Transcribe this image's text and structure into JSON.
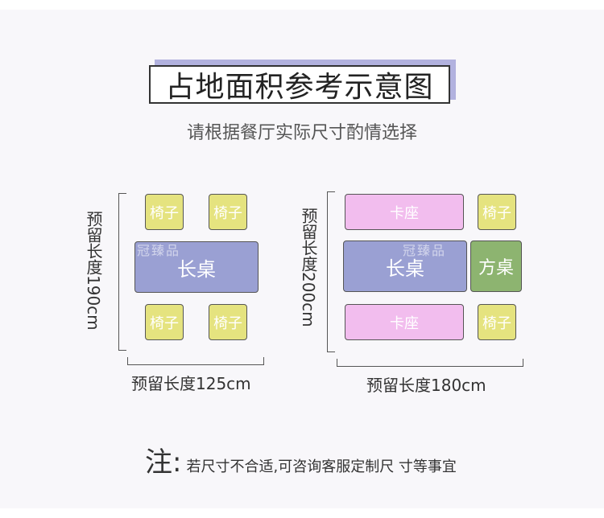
{
  "header": {
    "title": "占地面积参考示意图",
    "subtitle": "请根据餐厅实际尺寸酌情选择"
  },
  "watermark": "冠臻品",
  "layout_left": {
    "height_label": "预留长度190cm",
    "width_label": "预留长度125cm",
    "chair_label": "椅子",
    "table_label": "长桌"
  },
  "layout_right": {
    "height_label": "预留长度200cm",
    "width_label": "预留长度180cm",
    "booth_label": "卡座",
    "chair_label": "椅子",
    "table_label": "长桌",
    "square_table_label": "方桌"
  },
  "note": {
    "mark": "注:",
    "text": "若尺寸不合适,可咨询客服定制尺 寸等事宜"
  },
  "colors": {
    "chair": "#e5e37f",
    "long_table": "#9aa0d3",
    "booth": "#f2bdee",
    "square_table": "#8db470",
    "title_shadow": "#b2b2df"
  }
}
